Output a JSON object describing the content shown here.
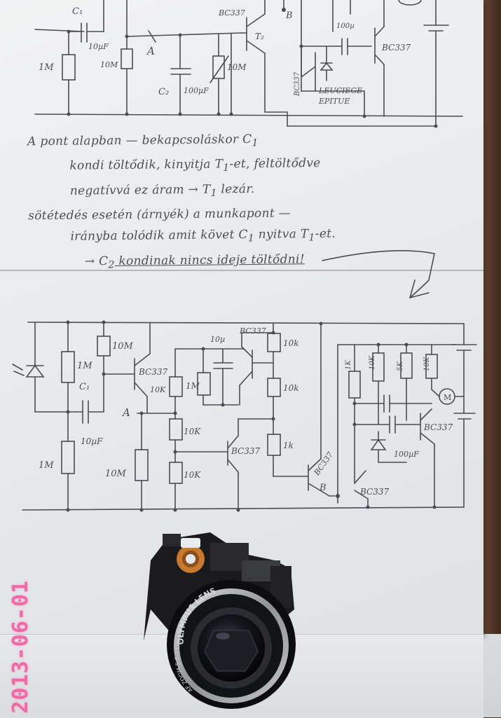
{
  "notes": {
    "line1": "A pont alapban — bekapcsoláskor C",
    "line1_sub": "1",
    "line2": "kondi töltődik, kinyitja T",
    "line2_sub": "1",
    "line2b": "-et, feltöltődve",
    "line3": "negatívvá ez áram → T",
    "line3_sub": "1",
    "line3b": " lezár.",
    "line4": "sötétedés esetén (árnyék) a munkapont —",
    "line5": "irányba tolódik amit követ C",
    "line5_sub": "1",
    "line5b": " nyitva T",
    "line5c_sub": "1",
    "line5c": "-et.",
    "line6_prefix": "→ C",
    "line6_sub": "2",
    "line6": " kondinak nincs ideje töltődni!"
  },
  "schematic_top": {
    "labels": {
      "c1": "C₁",
      "c1_val": "10µF",
      "r1": "1M",
      "r2": "10M",
      "node_a": "A",
      "c2": "C₂",
      "c2_val": "100µF",
      "r3": "10M",
      "t2_part": "BC337",
      "t2": "T₂",
      "node_b": "B",
      "c3_val": "100µ",
      "t3_part": "BC337",
      "t4_part": "BC337",
      "led_note_1": "LEUCIEGE",
      "led_note_2": "EPITUE"
    }
  },
  "schematic_bottom": {
    "labels": {
      "r_top_1": "10M",
      "r_1m_a": "1M",
      "c1": "C₁",
      "c1_val": "10µF",
      "r_1m_b": "1M",
      "r_10m_low": "10M",
      "node_a": "A",
      "t1_part": "BC337",
      "r_10k_1": "10K",
      "r_1m_c": "1M",
      "c_10u": "10µ",
      "t2_part": "BC337",
      "r_10k_2": "10K",
      "r_10k_3": "10K",
      "t3_part": "BC337",
      "r_1k_1": "10k",
      "r_1k_2": "10k",
      "r_1k_3": "1k",
      "t4_part": "BC337",
      "node_b": "B",
      "r_1k_4": "1K",
      "r_10k_4": "10K",
      "r_5k": "5K",
      "r_10k_5": "10K",
      "t5_part": "BC337",
      "t6_part": "BC337",
      "c_100u": "100µF",
      "motor": "M"
    }
  },
  "lens": {
    "brand_line": "OLYMPUS LENS",
    "spec_line": "AF ZOOM 5.8-17.4mm 1:2.9-5.9"
  },
  "photo_date": "2013-06-01",
  "colors": {
    "paper": "#e9ebed",
    "ink": "#4a4c55",
    "table": "#4e3322",
    "date_stamp": "#f06aa8",
    "lens_body": "#1c1c1e",
    "gear": "#c9792e"
  }
}
